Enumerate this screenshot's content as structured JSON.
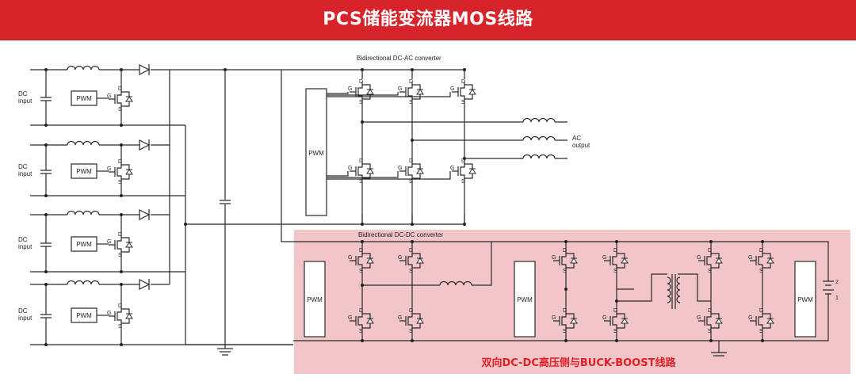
{
  "banner": {
    "title": "PCS储能变流器MOS线路",
    "bg_color": "#d7242b"
  },
  "labels": {
    "dc_input_line1": "DC",
    "dc_input_line2": "input",
    "pwm": "PWM",
    "dcac_title": "Bidirectional DC-AC converter",
    "dcdc_title": "Bidirectional DC-DC converter",
    "ac_output_line1": "AC",
    "ac_output_line2": "output",
    "gate": "G",
    "drain": "D",
    "source": "S",
    "battery_minus": "1",
    "battery_plus": "2"
  },
  "highlight": {
    "caption": "双向DC-DC高压侧与BUCK-BOOST线路",
    "fill_color": "#e8969c",
    "caption_color": "#e01e24"
  }
}
